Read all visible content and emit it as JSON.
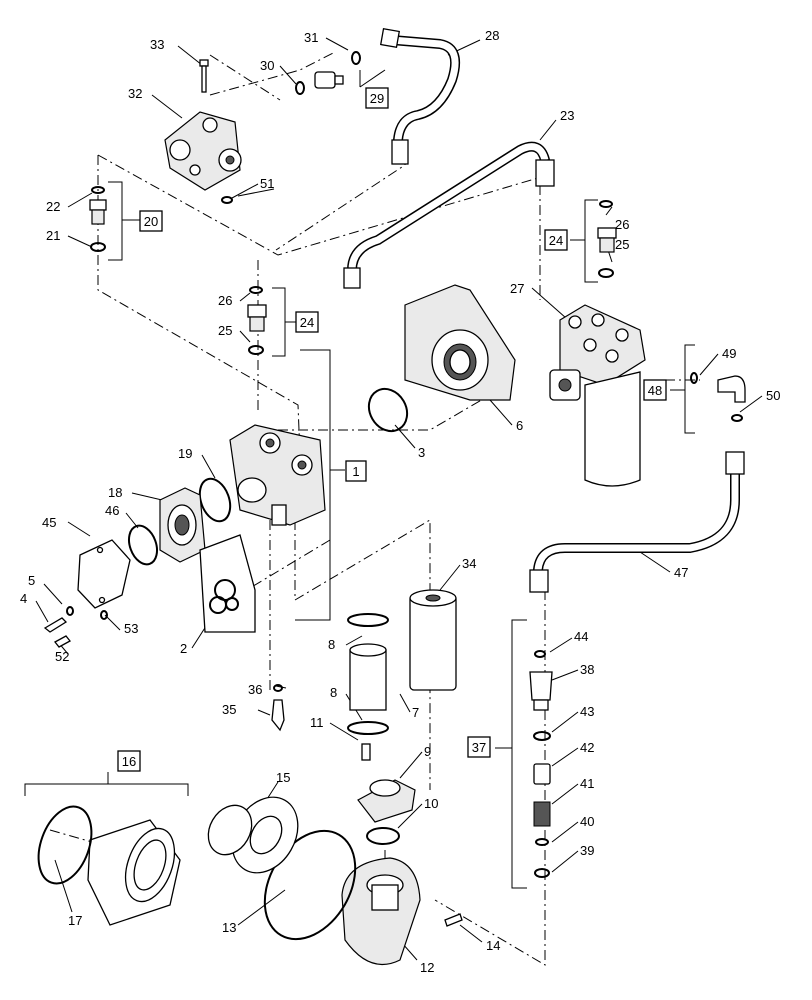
{
  "callouts": {
    "c1": "1",
    "c2": "2",
    "c3": "3",
    "c4": "4",
    "c5": "5",
    "c6": "6",
    "c7": "7",
    "c8a": "8",
    "c8b": "8",
    "c9": "9",
    "c10": "10",
    "c11": "11",
    "c12": "12",
    "c13": "13",
    "c14": "14",
    "c15": "15",
    "c16": "16",
    "c17": "17",
    "c18": "18",
    "c19": "19",
    "c20": "20",
    "c21": "21",
    "c22": "22",
    "c23": "23",
    "c24a": "24",
    "c24b": "24",
    "c25a": "25",
    "c25b": "25",
    "c26a": "26",
    "c26b": "26",
    "c27": "27",
    "c28": "28",
    "c29": "29",
    "c30": "30",
    "c31": "31",
    "c32": "32",
    "c33": "33",
    "c34": "34",
    "c35": "35",
    "c36": "36",
    "c37": "37",
    "c38": "38",
    "c39": "39",
    "c40": "40",
    "c41": "41",
    "c42": "42",
    "c43": "43",
    "c44": "44",
    "c45": "45",
    "c46": "46",
    "c47": "47",
    "c48": "48",
    "c49": "49",
    "c50": "50",
    "c51": "51",
    "c52": "52",
    "c53": "53"
  }
}
